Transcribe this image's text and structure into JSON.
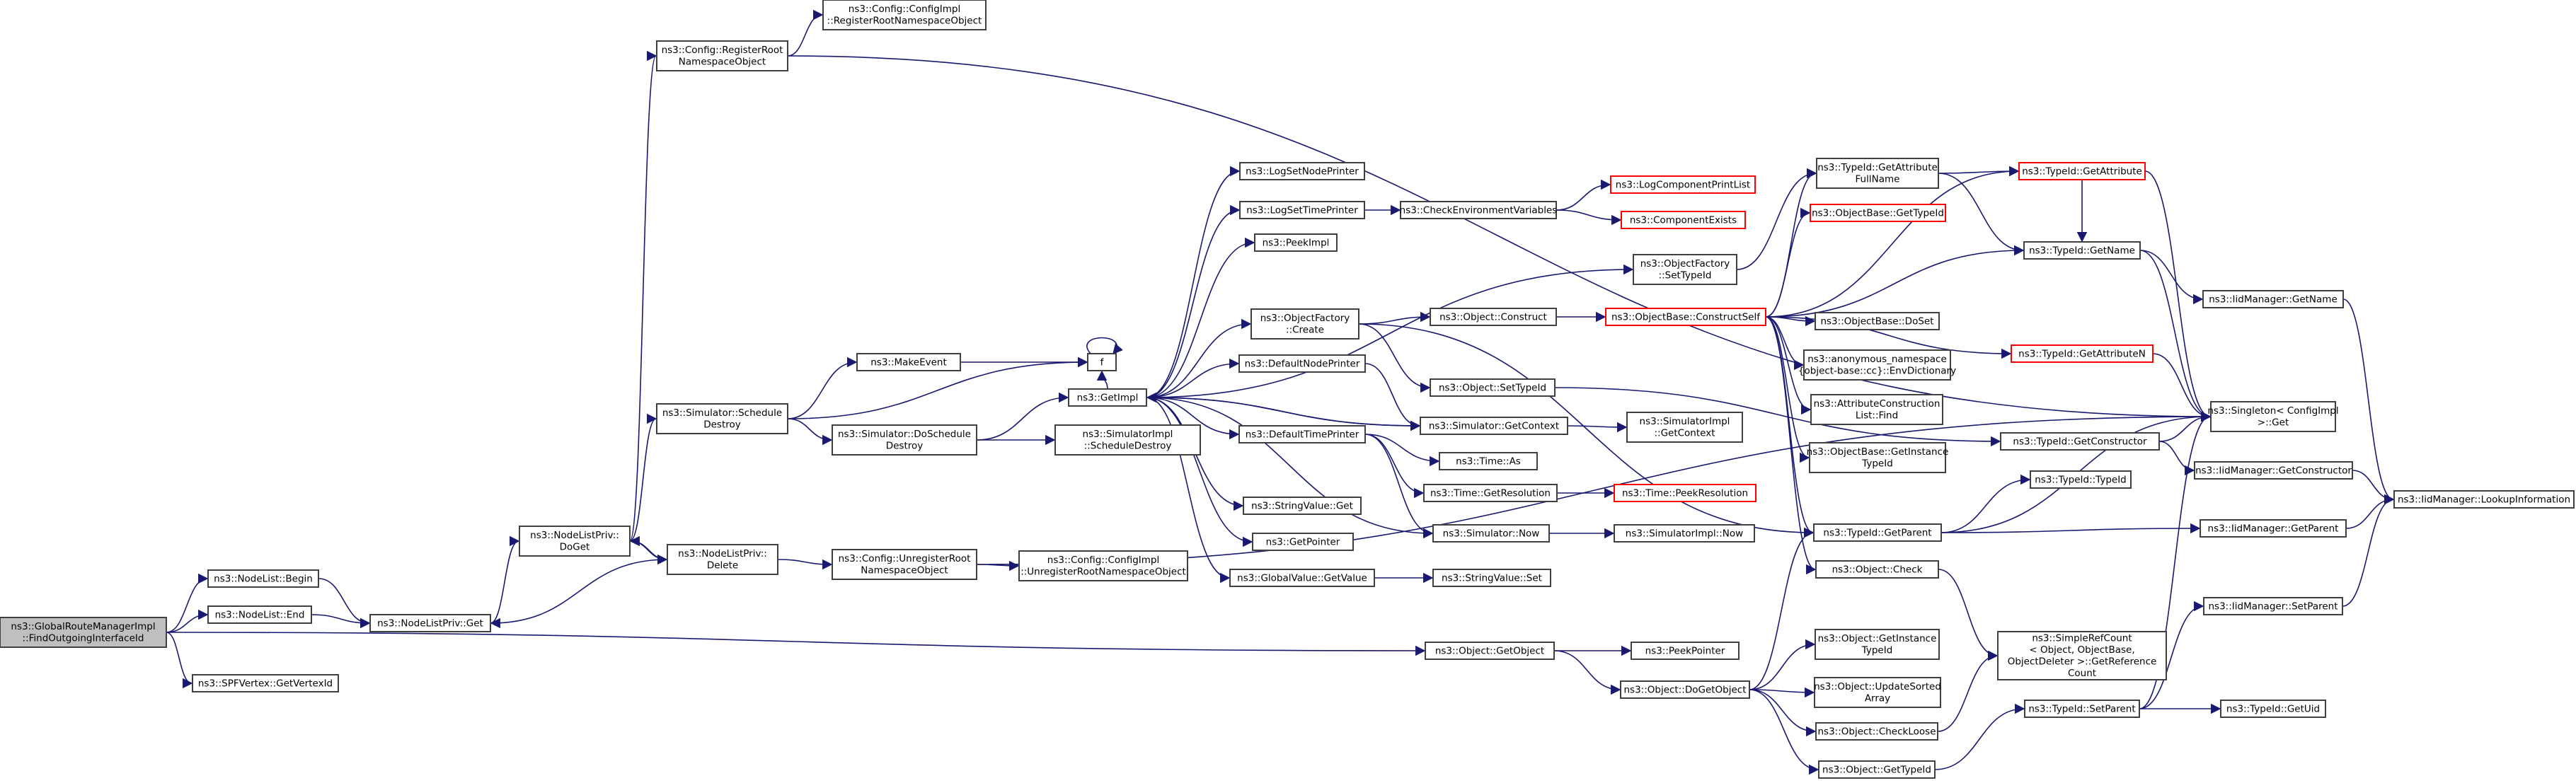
{
  "graph": {
    "nodes": [
      {
        "id": "root",
        "lines": [
          "ns3::GlobalRouteManagerImpl",
          "::FindOutgoingInterfaceId"
        ],
        "style": "root"
      },
      {
        "id": "nlBegin",
        "lines": [
          "ns3::NodeList::Begin"
        ]
      },
      {
        "id": "nlEnd",
        "lines": [
          "ns3::NodeList::End"
        ]
      },
      {
        "id": "spf",
        "lines": [
          "ns3::SPFVertex::GetVertexId"
        ]
      },
      {
        "id": "nlpGet",
        "lines": [
          "ns3::NodeListPriv::Get"
        ]
      },
      {
        "id": "nlpDoGet",
        "lines": [
          "ns3::NodeListPriv::",
          "DoGet"
        ]
      },
      {
        "id": "nlpDelete",
        "lines": [
          "ns3::NodeListPriv::",
          "Delete"
        ]
      },
      {
        "id": "cfgReg",
        "lines": [
          "ns3::Config::RegisterRoot",
          "NamespaceObject"
        ]
      },
      {
        "id": "cfgImplReg",
        "lines": [
          "ns3::Config::ConfigImpl",
          "::RegisterRootNamespaceObject"
        ]
      },
      {
        "id": "simSchedDestroy",
        "lines": [
          "ns3::Simulator::Schedule",
          "Destroy"
        ]
      },
      {
        "id": "makeEvent",
        "lines": [
          "ns3::MakeEvent"
        ]
      },
      {
        "id": "fCall",
        "lines": [
          "f"
        ]
      },
      {
        "id": "simDoSched",
        "lines": [
          "ns3::Simulator::DoSchedule",
          "Destroy"
        ]
      },
      {
        "id": "getImpl",
        "lines": [
          "ns3::GetImpl"
        ]
      },
      {
        "id": "simImplSched",
        "lines": [
          "ns3::SimulatorImpl",
          "::ScheduleDestroy"
        ]
      },
      {
        "id": "cfgUnreg",
        "lines": [
          "ns3::Config::UnregisterRoot",
          "NamespaceObject"
        ]
      },
      {
        "id": "cfgImplUnreg",
        "lines": [
          "ns3::Config::ConfigImpl",
          "::UnregisterRootNamespaceObject"
        ]
      },
      {
        "id": "logNode",
        "lines": [
          "ns3::LogSetNodePrinter"
        ]
      },
      {
        "id": "logTime",
        "lines": [
          "ns3::LogSetTimePrinter"
        ]
      },
      {
        "id": "peekImpl",
        "lines": [
          "ns3::PeekImpl"
        ]
      },
      {
        "id": "ofCreate",
        "lines": [
          "ns3::ObjectFactory",
          "::Create"
        ]
      },
      {
        "id": "defNode",
        "lines": [
          "ns3::DefaultNodePrinter"
        ]
      },
      {
        "id": "defTime",
        "lines": [
          "ns3::DefaultTimePrinter"
        ]
      },
      {
        "id": "strGet",
        "lines": [
          "ns3::StringValue::Get"
        ]
      },
      {
        "id": "getPtr",
        "lines": [
          "ns3::GetPointer"
        ]
      },
      {
        "id": "gvGetValue",
        "lines": [
          "ns3::GlobalValue::GetValue"
        ]
      },
      {
        "id": "checkEnv",
        "lines": [
          "ns3::CheckEnvironmentVariables"
        ]
      },
      {
        "id": "logCompPrint",
        "lines": [
          "ns3::LogComponentPrintList"
        ],
        "style": "red"
      },
      {
        "id": "compExists",
        "lines": [
          "ns3::ComponentExists"
        ],
        "style": "red"
      },
      {
        "id": "ofSetTypeId",
        "lines": [
          "ns3::ObjectFactory",
          "::SetTypeId"
        ]
      },
      {
        "id": "objConstruct",
        "lines": [
          "ns3::Object::Construct"
        ]
      },
      {
        "id": "objSetTypeId",
        "lines": [
          "ns3::Object::SetTypeId"
        ]
      },
      {
        "id": "simGetContext",
        "lines": [
          "ns3::Simulator::GetContext"
        ]
      },
      {
        "id": "simImplGetContext",
        "lines": [
          "ns3::SimulatorImpl",
          "::GetContext"
        ]
      },
      {
        "id": "timeAs",
        "lines": [
          "ns3::Time::As"
        ]
      },
      {
        "id": "timeGetRes",
        "lines": [
          "ns3::Time::GetResolution"
        ]
      },
      {
        "id": "timePeekRes",
        "lines": [
          "ns3::Time::PeekResolution"
        ],
        "style": "red"
      },
      {
        "id": "simNow",
        "lines": [
          "ns3::Simulator::Now"
        ]
      },
      {
        "id": "simImplNow",
        "lines": [
          "ns3::SimulatorImpl::Now"
        ]
      },
      {
        "id": "strSet",
        "lines": [
          "ns3::StringValue::Set"
        ]
      },
      {
        "id": "objGetObject",
        "lines": [
          "ns3::Object::GetObject"
        ]
      },
      {
        "id": "peekPointer",
        "lines": [
          "ns3::PeekPointer"
        ]
      },
      {
        "id": "objDoGetObject",
        "lines": [
          "ns3::Object::DoGetObject"
        ]
      },
      {
        "id": "obConstructSelf",
        "lines": [
          "ns3::ObjectBase::ConstructSelf"
        ],
        "style": "red"
      },
      {
        "id": "tidGetAttrFull",
        "lines": [
          "ns3::TypeId::GetAttribute",
          "FullName"
        ]
      },
      {
        "id": "obGetTypeId",
        "lines": [
          "ns3::ObjectBase::GetTypeId"
        ],
        "style": "red"
      },
      {
        "id": "obDoSet",
        "lines": [
          "ns3::ObjectBase::DoSet"
        ]
      },
      {
        "id": "anonEnv",
        "lines": [
          "ns3::anonymous_namespace",
          "{object-base::cc}::EnvDictionary"
        ]
      },
      {
        "id": "acFind",
        "lines": [
          "ns3::AttributeConstruction",
          "List::Find"
        ]
      },
      {
        "id": "obGetInstTid",
        "lines": [
          "ns3::ObjectBase::GetInstance",
          "TypeId"
        ]
      },
      {
        "id": "objCheck",
        "lines": [
          "ns3::Object::Check"
        ]
      },
      {
        "id": "tidGetParent",
        "lines": [
          "ns3::TypeId::GetParent"
        ]
      },
      {
        "id": "objGetInstTid",
        "lines": [
          "ns3::Object::GetInstance",
          "TypeId"
        ]
      },
      {
        "id": "objUpdSorted",
        "lines": [
          "ns3::Object::UpdateSorted",
          "Array"
        ]
      },
      {
        "id": "objCheckLoose",
        "lines": [
          "ns3::Object::CheckLoose"
        ]
      },
      {
        "id": "objGetTypeId",
        "lines": [
          "ns3::Object::GetTypeId"
        ]
      },
      {
        "id": "tidGetAttribute",
        "lines": [
          "ns3::TypeId::GetAttribute"
        ],
        "style": "red"
      },
      {
        "id": "tidGetName",
        "lines": [
          "ns3::TypeId::GetName"
        ]
      },
      {
        "id": "tidGetAttributeN",
        "lines": [
          "ns3::TypeId::GetAttributeN"
        ],
        "style": "red"
      },
      {
        "id": "tidGetCtor",
        "lines": [
          "ns3::TypeId::GetConstructor"
        ]
      },
      {
        "id": "tidTypeId",
        "lines": [
          "ns3::TypeId::TypeId"
        ]
      },
      {
        "id": "srcGetRef",
        "lines": [
          "ns3::SimpleRefCount",
          "< Object, ObjectBase,",
          "ObjectDeleter >::GetReference",
          "Count"
        ]
      },
      {
        "id": "tidSetParent",
        "lines": [
          "ns3::TypeId::SetParent"
        ]
      },
      {
        "id": "singletonGet",
        "lines": [
          "ns3::Singleton< ConfigImpl",
          " >::Get"
        ]
      },
      {
        "id": "iidGetName",
        "lines": [
          "ns3::IidManager::GetName"
        ]
      },
      {
        "id": "iidGetCtor",
        "lines": [
          "ns3::IidManager::GetConstructor"
        ]
      },
      {
        "id": "iidGetParent",
        "lines": [
          "ns3::IidManager::GetParent"
        ]
      },
      {
        "id": "iidSetParent",
        "lines": [
          "ns3::IidManager::SetParent"
        ]
      },
      {
        "id": "tidGetUid",
        "lines": [
          "ns3::TypeId::GetUid"
        ]
      },
      {
        "id": "iidLookup",
        "lines": [
          "ns3::IidManager::LookupInformation"
        ]
      }
    ],
    "edges": [
      [
        "root",
        "nlBegin"
      ],
      [
        "root",
        "nlEnd"
      ],
      [
        "root",
        "spf"
      ],
      [
        "root",
        "objGetObject"
      ],
      [
        "nlBegin",
        "nlpGet"
      ],
      [
        "nlEnd",
        "nlpGet"
      ],
      [
        "nlpGet",
        "nlpDoGet"
      ],
      [
        "nlpDoGet",
        "cfgReg"
      ],
      [
        "nlpDoGet",
        "simSchedDestroy"
      ],
      [
        "nlpDoGet",
        "nlpDelete"
      ],
      [
        "nlpDelete",
        "nlpGet"
      ],
      [
        "nlpDelete",
        "nlpDoGet"
      ],
      [
        "nlpDelete",
        "cfgUnreg"
      ],
      [
        "cfgReg",
        "cfgImplReg"
      ],
      [
        "cfgReg",
        "singletonGet"
      ],
      [
        "cfgUnreg",
        "cfgImplUnreg"
      ],
      [
        "cfgUnreg",
        "singletonGet"
      ],
      [
        "simSchedDestroy",
        "makeEvent"
      ],
      [
        "simSchedDestroy",
        "fCall"
      ],
      [
        "simSchedDestroy",
        "simDoSched"
      ],
      [
        "makeEvent",
        "fCall"
      ],
      [
        "fCall",
        "fCall"
      ],
      [
        "simDoSched",
        "getImpl"
      ],
      [
        "simDoSched",
        "simImplSched"
      ],
      [
        "getImpl",
        "logNode"
      ],
      [
        "getImpl",
        "logTime"
      ],
      [
        "getImpl",
        "peekImpl"
      ],
      [
        "getImpl",
        "ofSetTypeId"
      ],
      [
        "getImpl",
        "ofCreate"
      ],
      [
        "getImpl",
        "defNode"
      ],
      [
        "getImpl",
        "fCall"
      ],
      [
        "getImpl",
        "simGetContext"
      ],
      [
        "getImpl",
        "defTime"
      ],
      [
        "getImpl",
        "strGet"
      ],
      [
        "getImpl",
        "getPtr"
      ],
      [
        "getImpl",
        "gvGetValue"
      ],
      [
        "getImpl",
        "simNow"
      ],
      [
        "logTime",
        "checkEnv"
      ],
      [
        "checkEnv",
        "logCompPrint"
      ],
      [
        "checkEnv",
        "compExists"
      ],
      [
        "ofSetTypeId",
        "tidGetAttrFull"
      ],
      [
        "ofCreate",
        "objConstruct"
      ],
      [
        "ofCreate",
        "objSetTypeId"
      ],
      [
        "ofCreate",
        "tidGetParent"
      ],
      [
        "objConstruct",
        "obConstructSelf"
      ],
      [
        "defNode",
        "simGetContext"
      ],
      [
        "defTime",
        "timeAs"
      ],
      [
        "defTime",
        "timeGetRes"
      ],
      [
        "defTime",
        "simNow"
      ],
      [
        "simGetContext",
        "getImpl"
      ],
      [
        "simGetContext",
        "simImplGetContext"
      ],
      [
        "timeGetRes",
        "timePeekRes"
      ],
      [
        "simNow",
        "simImplNow"
      ],
      [
        "gvGetValue",
        "strSet"
      ],
      [
        "objSetTypeId",
        "tidGetCtor"
      ],
      [
        "objGetObject",
        "peekPointer"
      ],
      [
        "objGetObject",
        "objDoGetObject"
      ],
      [
        "objDoGetObject",
        "tidGetParent"
      ],
      [
        "objDoGetObject",
        "objGetInstTid"
      ],
      [
        "objDoGetObject",
        "objUpdSorted"
      ],
      [
        "objDoGetObject",
        "objCheckLoose"
      ],
      [
        "objDoGetObject",
        "objGetTypeId"
      ],
      [
        "obConstructSelf",
        "tidGetAttrFull"
      ],
      [
        "obConstructSelf",
        "obGetTypeId"
      ],
      [
        "obConstructSelf",
        "tidGetName"
      ],
      [
        "obConstructSelf",
        "obDoSet"
      ],
      [
        "obConstructSelf",
        "anonEnv"
      ],
      [
        "obConstructSelf",
        "acFind"
      ],
      [
        "obConstructSelf",
        "obGetInstTid"
      ],
      [
        "obConstructSelf",
        "objCheck"
      ],
      [
        "obConstructSelf",
        "tidGetAttribute"
      ],
      [
        "obConstructSelf",
        "tidGetAttributeN"
      ],
      [
        "obConstructSelf",
        "tidGetParent"
      ],
      [
        "tidGetAttrFull",
        "tidGetAttribute"
      ],
      [
        "tidGetAttrFull",
        "tidGetName"
      ],
      [
        "tidGetAttribute",
        "tidGetName"
      ],
      [
        "tidGetAttribute",
        "singletonGet"
      ],
      [
        "tidGetName",
        "iidGetName"
      ],
      [
        "tidGetName",
        "singletonGet"
      ],
      [
        "tidGetAttributeN",
        "singletonGet"
      ],
      [
        "tidGetCtor",
        "iidGetCtor"
      ],
      [
        "tidGetCtor",
        "singletonGet"
      ],
      [
        "tidGetParent",
        "tidTypeId"
      ],
      [
        "tidGetParent",
        "iidGetParent"
      ],
      [
        "tidGetParent",
        "singletonGet"
      ],
      [
        "objCheck",
        "srcGetRef"
      ],
      [
        "objCheckLoose",
        "srcGetRef"
      ],
      [
        "objGetTypeId",
        "tidSetParent"
      ],
      [
        "tidSetParent",
        "iidSetParent"
      ],
      [
        "tidSetParent",
        "tidGetUid"
      ],
      [
        "tidSetParent",
        "singletonGet"
      ],
      [
        "iidGetName",
        "iidLookup"
      ],
      [
        "iidGetCtor",
        "iidLookup"
      ],
      [
        "iidGetParent",
        "iidLookup"
      ],
      [
        "iidSetParent",
        "iidLookup"
      ]
    ]
  }
}
